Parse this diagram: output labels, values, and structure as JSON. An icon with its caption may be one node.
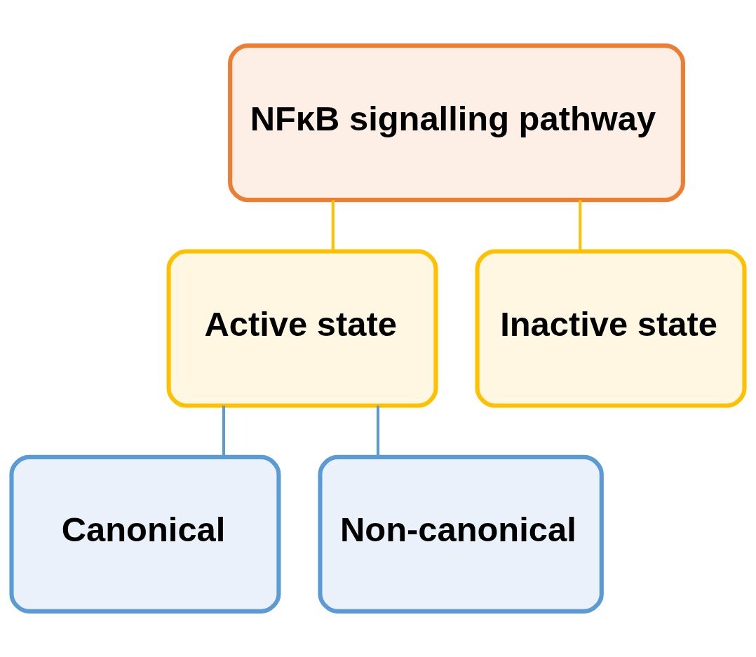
{
  "diagram": {
    "nodes": [
      {
        "text": [
          "NFκB signalling pathway"
        ]
      },
      {
        "text": [
          "Active state"
        ]
      },
      {
        "text": [
          "Inactive state"
        ]
      },
      {
        "text": [
          "Canonical"
        ]
      },
      {
        "text": [
          "Non-canonical"
        ]
      }
    ],
    "edges": [
      {
        "from": 0,
        "to": 1,
        "arrow": "none",
        "color": "#ffc000"
      },
      {
        "from": 0,
        "to": 2,
        "arrow": "none",
        "color": "#ffc000"
      },
      {
        "from": 1,
        "to": 3,
        "arrow": "none",
        "color": "#5b9bd5"
      },
      {
        "from": 1,
        "to": 4,
        "arrow": "none",
        "color": "#5b9bd5"
      }
    ]
  }
}
